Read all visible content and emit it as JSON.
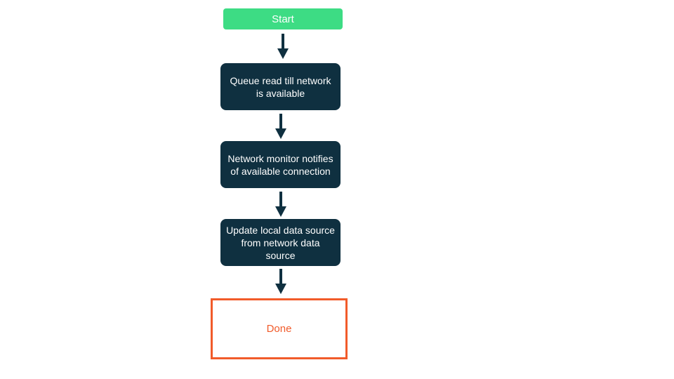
{
  "flowchart": {
    "type": "flowchart",
    "direction": "top-to-bottom",
    "nodes": [
      {
        "id": "start",
        "type": "start",
        "label": "Start",
        "fill": "#3ddc84",
        "text_color": "#ffffff"
      },
      {
        "id": "step1",
        "type": "process",
        "label": "Queue read till network is available",
        "fill": "#0f3040",
        "text_color": "#ffffff"
      },
      {
        "id": "step2",
        "type": "process",
        "label": "Network monitor notifies of available connection",
        "fill": "#0f3040",
        "text_color": "#ffffff"
      },
      {
        "id": "step3",
        "type": "process",
        "label": "Update local data source from network data source",
        "fill": "#0f3040",
        "text_color": "#ffffff"
      },
      {
        "id": "done",
        "type": "terminal",
        "label": "Done",
        "fill": "#ffffff",
        "border_color": "#f15b2a",
        "text_color": "#f15b2a"
      }
    ],
    "edges": [
      {
        "from": "start",
        "to": "step1"
      },
      {
        "from": "step1",
        "to": "step2"
      },
      {
        "from": "step2",
        "to": "step3"
      },
      {
        "from": "step3",
        "to": "done"
      }
    ],
    "connector_color": "#0f3040",
    "background": "#ffffff"
  }
}
